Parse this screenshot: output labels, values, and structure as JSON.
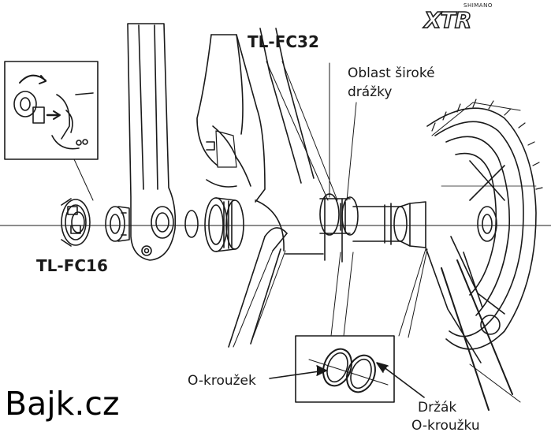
{
  "brand": {
    "small": "SHIMANO",
    "big": "XTR"
  },
  "labels": {
    "tool_fc32": "TL-FC32",
    "tool_fc16": "TL-FC16",
    "wide_groove_line1": "Oblast široké",
    "wide_groove_line2": "drážky",
    "oring": "O-kroužek",
    "holder_line1": "Držák",
    "holder_line2": "O-kroužku"
  },
  "watermark": "Bajk.cz",
  "colors": {
    "line": "#1a1a1a",
    "background": "#ffffff"
  }
}
